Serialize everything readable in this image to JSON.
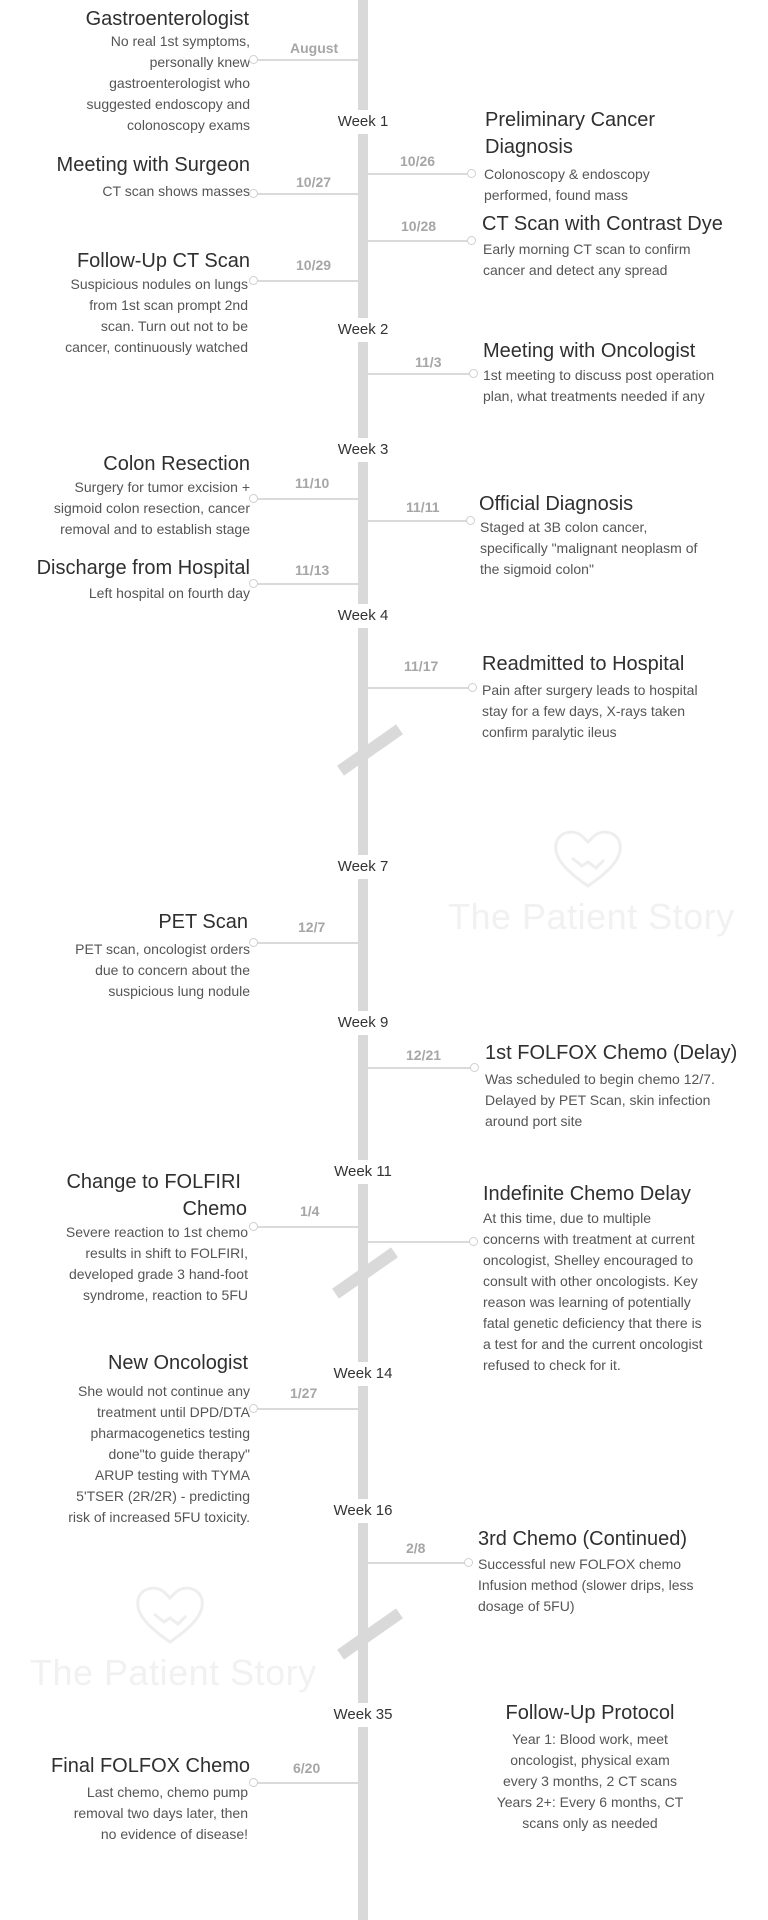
{
  "colors": {
    "spine": "#d9d9d9",
    "connector": "#dadada",
    "date": "#a6a6a6",
    "title": "#2f2f2f",
    "text": "#555555",
    "watermark": "#f1f1f1"
  },
  "weeks": [
    "Week 1",
    "Week 2",
    "Week 3",
    "Week 4",
    "Week 7",
    "Week 9",
    "Week 11",
    "Week 14",
    "Week 16",
    "Week 35"
  ],
  "events": [
    {
      "date": "August",
      "title": "Gastroenterologist",
      "desc": [
        "No real 1st symptoms,",
        "personally knew",
        "gastroenterologist who",
        "suggested endoscopy and",
        "colonoscopy exams"
      ]
    },
    {
      "date": "10/26",
      "title": "Preliminary Cancer Diagnosis",
      "title_lines": [
        "Preliminary Cancer",
        "Diagnosis"
      ],
      "desc": [
        "Colonoscopy & endoscopy",
        "performed, found mass"
      ]
    },
    {
      "date": "10/27",
      "title": "Meeting with Surgeon",
      "desc": [
        "CT scan shows masses"
      ]
    },
    {
      "date": "10/28",
      "title": "CT Scan with Contrast Dye",
      "desc": [
        "Early morning CT scan to confirm",
        "cancer and detect any spread"
      ]
    },
    {
      "date": "10/29",
      "title": "Follow-Up CT Scan",
      "desc": [
        "Suspicious nodules on lungs",
        "from 1st scan prompt 2nd",
        "scan. Turn out not to be",
        "cancer, continuously watched"
      ]
    },
    {
      "date": "11/3",
      "title": "Meeting with Oncologist",
      "desc": [
        "1st meeting to discuss post operation",
        "plan, what treatments needed if any"
      ]
    },
    {
      "date": "11/10",
      "title": "Colon Resection",
      "desc": [
        "Surgery for tumor excision +",
        "sigmoid colon resection, cancer",
        "removal and to establish stage"
      ]
    },
    {
      "date": "11/11",
      "title": "Official Diagnosis",
      "desc": [
        "Staged at 3B colon cancer,",
        "specifically \"malignant neoplasm of",
        "the sigmoid colon\""
      ]
    },
    {
      "date": "11/13",
      "title": "Discharge from Hospital",
      "desc": [
        "Left hospital on fourth day"
      ]
    },
    {
      "date": "11/17",
      "title": "Readmitted to Hospital",
      "desc": [
        "Pain after surgery leads to hospital",
        "stay for a few days, X-rays taken",
        "confirm paralytic ileus"
      ]
    },
    {
      "date": "12/7",
      "title": "PET Scan",
      "desc": [
        "PET scan, oncologist orders",
        "due to concern about the",
        "suspicious lung nodule"
      ]
    },
    {
      "date": "12/21",
      "title": "1st FOLFOX Chemo (Delay)",
      "desc": [
        "Was scheduled to begin chemo 12/7.",
        "Delayed by PET Scan, skin infection",
        "around port site"
      ]
    },
    {
      "date": "1/4",
      "title": "Change to FOLFIRI Chemo",
      "title_lines": [
        "Change to FOLFIRI",
        "Chemo"
      ],
      "desc": [
        "Severe reaction to 1st chemo",
        "results in shift to FOLFIRI,",
        "developed grade 3 hand-foot",
        "syndrome, reaction to 5FU"
      ]
    },
    {
      "date": "",
      "title": "Indefinite Chemo Delay",
      "desc": [
        "At this time, due to multiple",
        "concerns with treatment at current",
        "oncologist, Shelley encouraged to",
        "consult with other oncologists. Key",
        "reason was learning of  potentially",
        "fatal genetic deficiency that there is",
        "a test for and the current oncologist",
        "refused to check for it."
      ]
    },
    {
      "date": "1/27",
      "title": "New Oncologist",
      "desc": [
        "She would not continue any",
        "treatment until DPD/DTA",
        "pharmacogenetics testing",
        "done\"to guide therapy\"",
        "ARUP testing with TYMA",
        "5'TSER (2R/2R) - predicting",
        "risk of increased 5FU toxicity."
      ]
    },
    {
      "date": "2/8",
      "title": "3rd Chemo (Continued)",
      "desc": [
        "Successful new FOLFOX chemo",
        "Infusion method (slower drips, less",
        "dosage of 5FU)"
      ]
    },
    {
      "date": "",
      "title": "Follow-Up Protocol",
      "desc": [
        "Year 1: Blood work, meet",
        "oncologist, physical exam",
        "every 3 months, 2 CT scans",
        "Years 2+: Every 6 months, CT",
        "scans only as needed"
      ]
    },
    {
      "date": "6/20",
      "title": "Final FOLFOX Chemo",
      "desc": [
        "Last chemo, chemo pump",
        "removal two days later, then",
        "no evidence of disease!"
      ]
    }
  ],
  "watermark": {
    "text": "The Patient Story",
    "icon": "handshake-heart-icon"
  }
}
